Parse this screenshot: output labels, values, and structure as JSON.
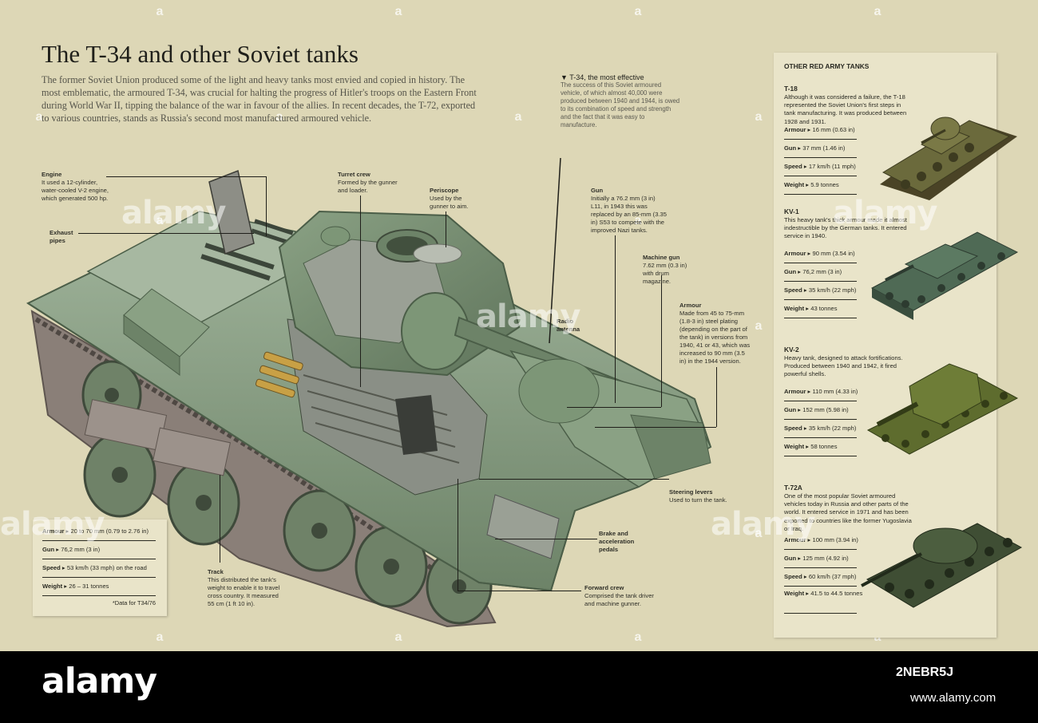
{
  "title": "The T-34 and other Soviet tanks",
  "intro": "The former Soviet Union produced some of the light and heavy tanks most envied and copied in history. The most emblematic, the armoured T-34, was crucial for halting the progress of Hitler's troops on the Eastern Front during World War II, tipping the balance of the war in favour of the allies. In recent decades, the T-72, exported to various countries, stands as Russia's second most manufactured armoured vehicle.",
  "most_effective": {
    "heading": "T-34, the most effective",
    "text": "The success of this Soviet armoured vehicle, of which almost 40,000 were produced between 1940 and 1944, is owed to its combination of speed and strength and the fact that it was easy to manufacture."
  },
  "callouts": {
    "engine": {
      "h": "Engine",
      "t": "It used a 12-cylinder, water-cooled V-2 engine, which generated 500 hp."
    },
    "exhaust": {
      "h": "Exhaust pipes",
      "t": ""
    },
    "turret_crew": {
      "h": "Turret crew",
      "t": "Formed by the gunner and loader."
    },
    "periscope": {
      "h": "Periscope",
      "t": "Used by the gunner to aim."
    },
    "gun": {
      "h": "Gun",
      "t": "Initially a 76.2 mm (3 in) L11, in 1943 this was replaced by an 85-mm (3.35 in) S53 to compete with the improved Nazi tanks."
    },
    "radio": {
      "h": "Radio antenna",
      "t": ""
    },
    "machine_gun": {
      "h": "Machine gun",
      "t": "7.62 mm (0.3 in) with drum magazine."
    },
    "armour": {
      "h": "Armour",
      "t": "Made from 45 to 75-mm (1.8-3 in) steel plating (depending on the part of the tank) in versions from 1940, 41 or 43, which was increased to 90 mm (3.5 in) in the 1944 version."
    },
    "steering": {
      "h": "Steering levers",
      "t": "Used to turn the tank."
    },
    "brake": {
      "h": "Brake and acceleration pedals",
      "t": ""
    },
    "forward_crew": {
      "h": "Forward crew",
      "t": "Comprised the tank driver and machine gunner."
    },
    "track": {
      "h": "Track",
      "t": "This distributed the tank's weight to enable it to travel cross country. It measured 55 cm (1 ft 10 in)."
    }
  },
  "t34_specs": {
    "rows": [
      {
        "label": "Armour",
        "value": "20 to 70 mm (0.79 to 2.76 in)"
      },
      {
        "label": "Gun",
        "value": "76,2 mm (3 in)"
      },
      {
        "label": "Speed",
        "value": "53 km/h (33 mph) on the road"
      },
      {
        "label": "Weight",
        "value": "26 – 31 tonnes"
      }
    ],
    "note": "*Data for T34/76"
  },
  "sidebar": {
    "title": "OTHER RED ARMY TANKS",
    "tanks": [
      {
        "name": "T-18",
        "desc": "Although it was considered a failure, the T-18 represented the Soviet Union's first steps in tank manufacturing. It was produced between 1928 and 1931.",
        "armour": "16 mm (0.63 in)",
        "gun": "37 mm (1.46 in)",
        "speed": "17 km/h (11 mph)",
        "weight": "5.9 tonnes",
        "color": "#6b6a3c"
      },
      {
        "name": "KV-1",
        "desc": "This heavy tank's thick armour made it almost indestructible by the German tanks. It entered service in 1940.",
        "armour": "90 mm (3.54 in)",
        "gun": "76,2 mm (3 in)",
        "speed": "35 km/h (22 mph)",
        "weight": "43 tonnes",
        "color": "#4f6a55"
      },
      {
        "name": "KV-2",
        "desc": "Heavy tank, designed to attack fortifications. Produced between 1940 and 1942, it fired powerful shells.",
        "armour": "110 mm (4.33 in)",
        "gun": "152 mm (5.98 in)",
        "speed": "35 km/h (22 mph)",
        "weight": "58 tonnes",
        "color": "#5e6c2e"
      },
      {
        "name": "T-72A",
        "desc": "One of the most popular Soviet armoured vehicles today in Russia and other parts of the world. It entered service in 1971 and has been exported to countries like the former Yugoslavia or Iraq.",
        "armour": "100 mm (3.94 in)",
        "gun": "125 mm (4.92 in)",
        "speed": "60 km/h (37 mph)",
        "weight": "41.5 to 44.5 tonnes",
        "color": "#3f4e34"
      }
    ],
    "labels": {
      "armour": "Armour",
      "gun": "Gun",
      "speed": "Speed",
      "weight": "Weight"
    }
  },
  "watermark": {
    "word": "alamy",
    "mark": "a",
    "id": "2NEBR5J",
    "url": "www.alamy.com"
  },
  "colors": {
    "background": "#ddd7b6",
    "panel": "#e9e4c9",
    "tank_green": "#7c9478"
  }
}
